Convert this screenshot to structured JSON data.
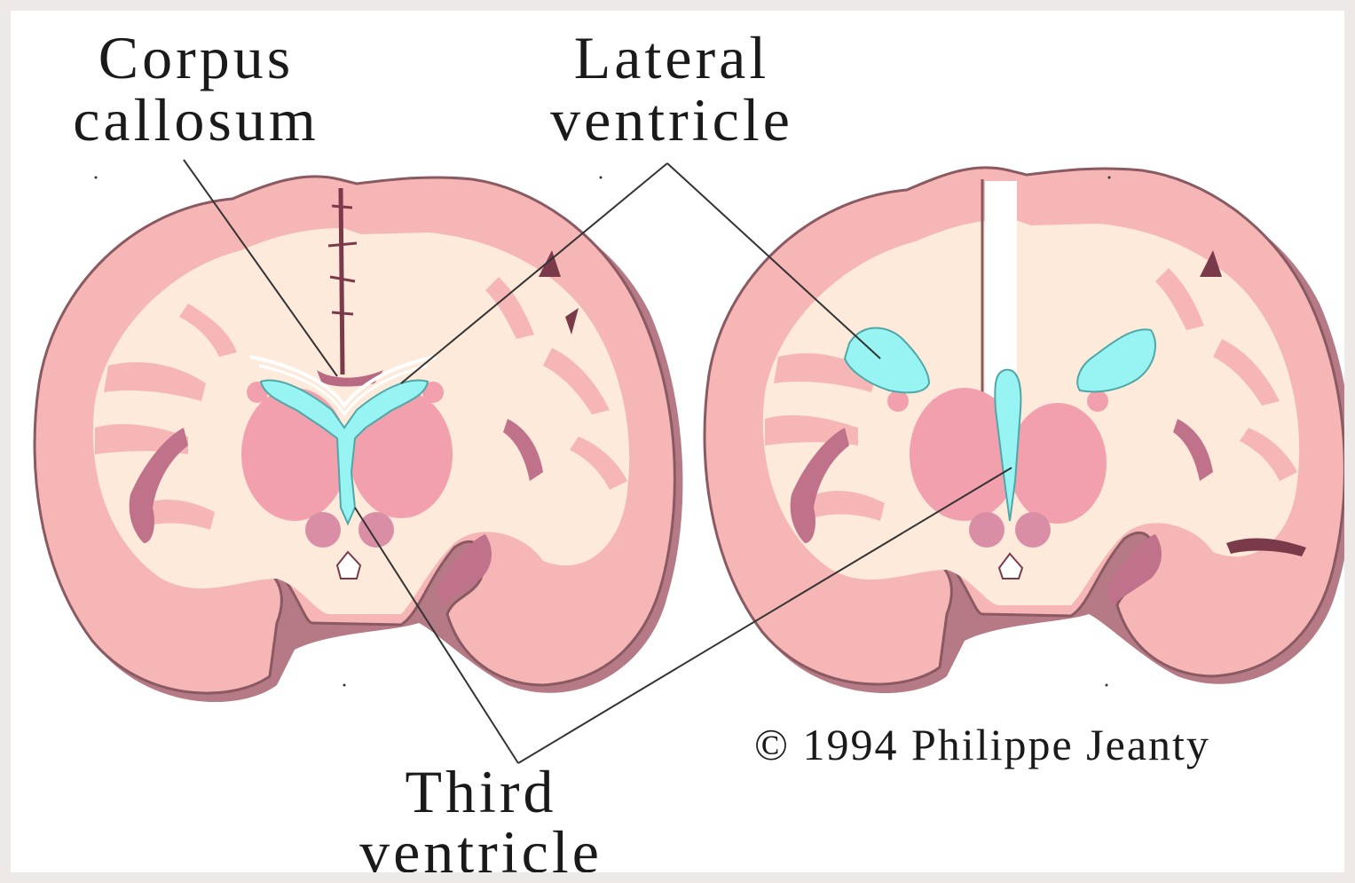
{
  "labels": {
    "corpus_callosum": [
      "Corpus",
      "callosum"
    ],
    "lateral_ventricle": [
      "Lateral",
      "ventricle"
    ],
    "third_ventricle": [
      "Third",
      "ventricle"
    ]
  },
  "copyright": "© 1994 Philippe Jeanty",
  "colors": {
    "cortex": "#f7b6b6",
    "white_matter": "#fdeadb",
    "deep_nuclei": "#f2a0ad",
    "ventricle": "#98f3f3",
    "sulcus": "#c0728b",
    "leader_line": "#333333"
  }
}
